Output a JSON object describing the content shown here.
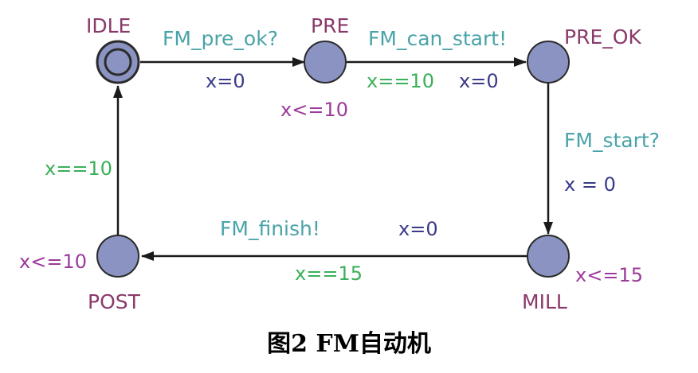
{
  "colors": {
    "location_fill": "#8a93c2",
    "location_stroke": "#2b2b2b",
    "edge": "#1a1a1a",
    "location_name": "#8a3a6a",
    "sync": "#4aa3a8",
    "guard": "#3bb05a",
    "assignment": "#3a3a8a",
    "invariant": "#9b3a9b"
  },
  "locations": {
    "idle": {
      "name": "IDLE",
      "initial": true
    },
    "pre": {
      "name": "PRE",
      "invariant": "x<=10"
    },
    "pre_ok": {
      "name": "PRE_OK"
    },
    "mill": {
      "name": "MILL",
      "invariant": "x<=15"
    },
    "post": {
      "name": "POST",
      "invariant": "x<=10"
    }
  },
  "edges": {
    "idle_to_pre": {
      "sync": "FM_pre_ok?",
      "assignment": "x=0"
    },
    "pre_to_preok": {
      "sync": "FM_can_start!",
      "guard": "x==10",
      "assignment": "x=0"
    },
    "preok_to_mill": {
      "sync": "FM_start?",
      "assignment": "x = 0"
    },
    "mill_to_post": {
      "sync": "FM_finish!",
      "guard": "x==15",
      "assignment": "x=0"
    },
    "post_to_idle": {
      "guard": "x==10"
    }
  },
  "caption": "图2   FM自动机"
}
